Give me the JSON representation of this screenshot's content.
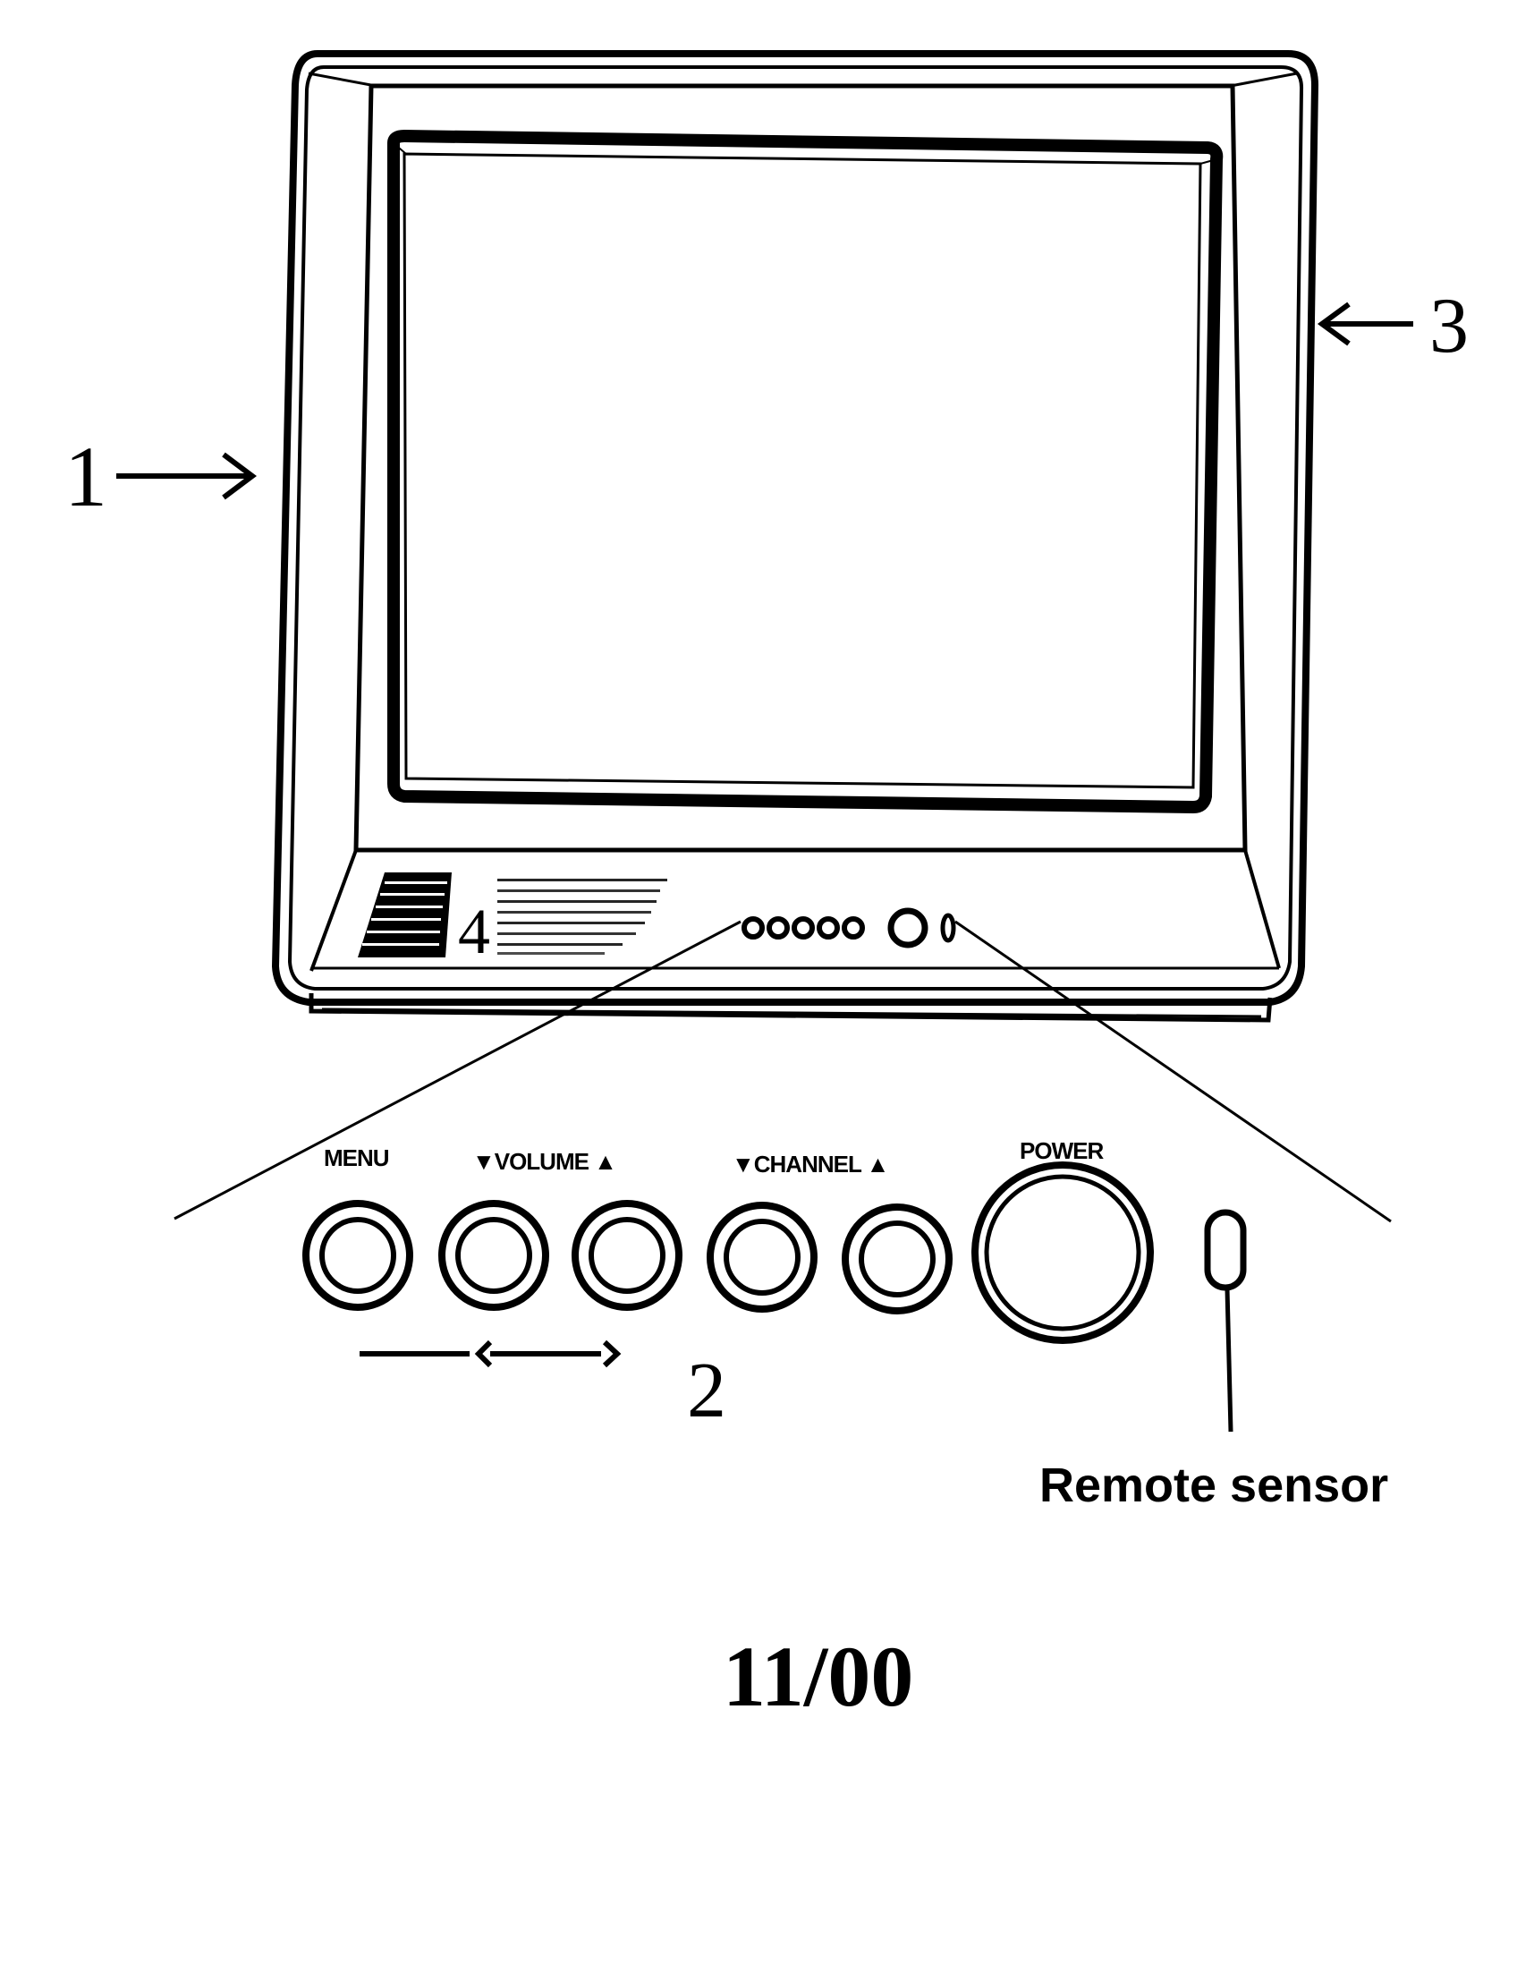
{
  "callouts": {
    "television": "1",
    "control_panel": "2",
    "cabinet_side": "3",
    "speaker_grille": "4"
  },
  "controls": {
    "menu_label": "MENU",
    "volume_label": "▼VOLUME ▲",
    "channel_label": "▼CHANNEL ▲",
    "power_label": "POWER",
    "remote_sensor_label": "Remote sensor"
  },
  "footer": {
    "date_code": "11/00"
  }
}
